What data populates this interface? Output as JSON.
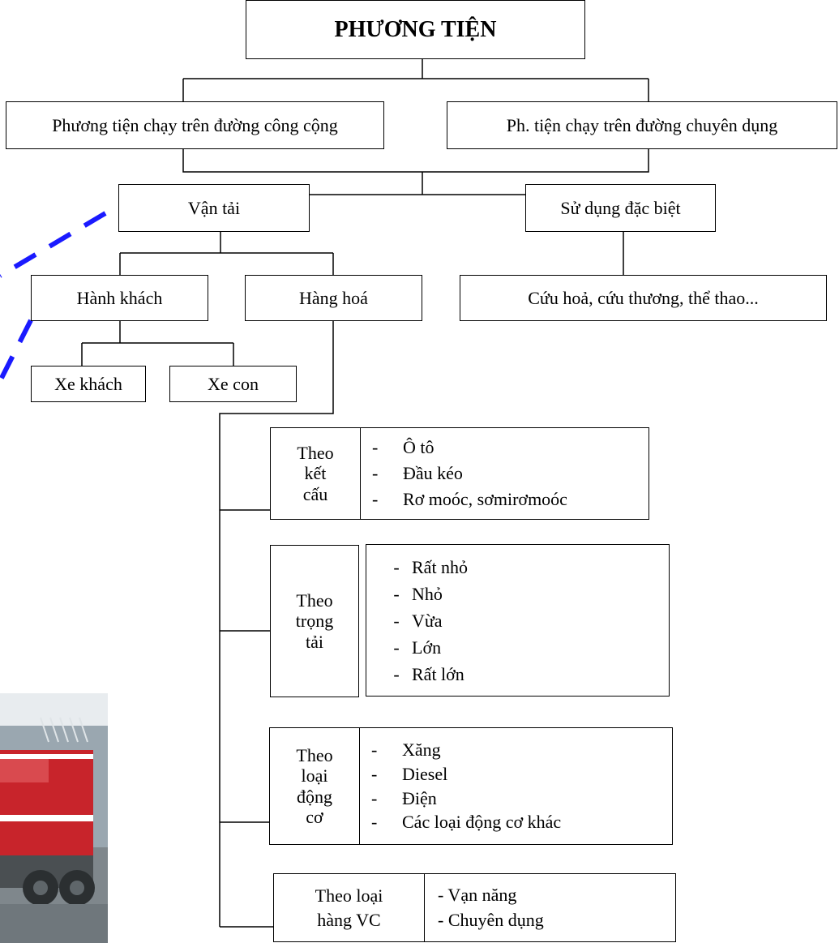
{
  "diagram": {
    "root": "PHƯƠNG TIỆN",
    "public_road": "Phương tiện chạy trên đường công cộng",
    "special_road": "Ph. tiện chạy trên đường chuyên dụng",
    "transport": "Vận tải",
    "special_use": "Sử dụng đặc biệt",
    "passenger": "Hành khách",
    "cargo": "Hàng hoá",
    "special_examples": "Cứu hoả, cứu thương, thể thao...",
    "bus": "Xe khách",
    "car": "Xe con",
    "groups": [
      {
        "label": [
          "Theo",
          "kết",
          "cấu"
        ],
        "dash": "-",
        "items": [
          "Ô tô",
          "Đầu kéo",
          "Rơ moóc, sơmirơmoóc"
        ]
      },
      {
        "label": [
          "Theo",
          "trọng",
          "tải"
        ],
        "dash": "-",
        "items": [
          "Rất nhỏ",
          "Nhỏ",
          "Vừa",
          "Lớn",
          "Rất lớn"
        ]
      },
      {
        "label": [
          "Theo",
          "loại",
          "động",
          "cơ"
        ],
        "dash": "-",
        "items": [
          "Xăng",
          "Diesel",
          "Điện",
          "Các loại động cơ khác"
        ]
      },
      {
        "label": [
          "Theo loại",
          "hàng VC"
        ],
        "items": [
          "- Vạn năng",
          "- Chuyên dụng"
        ]
      }
    ]
  },
  "colors": {
    "dashed_line": "#1a1aff",
    "truck_body": "#c8242b",
    "box_border": "#000000"
  }
}
